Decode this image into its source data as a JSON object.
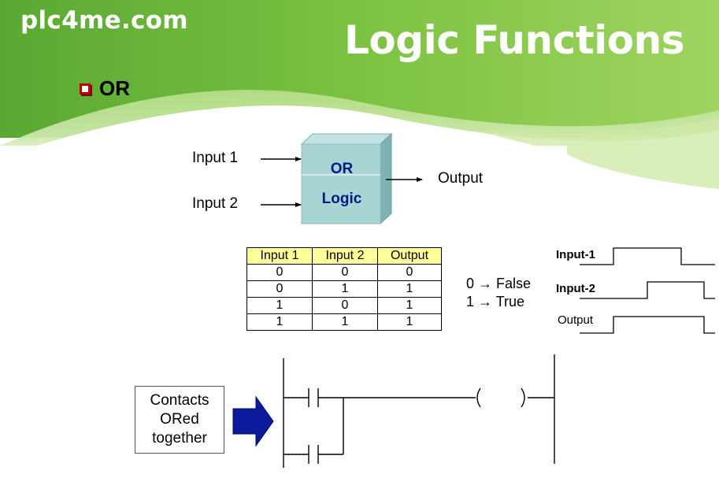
{
  "header": {
    "site_name": "plc4me.com",
    "title": "Logic Functions"
  },
  "bullet": {
    "icon": "checkbox-bullet",
    "text": "OR"
  },
  "block": {
    "input1_label": "Input 1",
    "input2_label": "Input 2",
    "face_line1": "OR",
    "face_line2": "Logic",
    "output_label": "Output"
  },
  "truth_table": {
    "headers": [
      "Input 1",
      "Input 2",
      "Output"
    ],
    "rows": [
      [
        "0",
        "0",
        "0"
      ],
      [
        "0",
        "1",
        "1"
      ],
      [
        "1",
        "0",
        "1"
      ],
      [
        "1",
        "1",
        "1"
      ]
    ]
  },
  "legend": {
    "false_line": "0 → False",
    "true_line": "1 → True"
  },
  "timing": {
    "input1_label": "Input-1",
    "input2_label": "Input-2",
    "output_label": "Output"
  },
  "ladder": {
    "callout_lines": [
      "Contacts",
      "ORed",
      "together"
    ]
  },
  "colors": {
    "header_green": "#7cc242",
    "checkbox_red": "#c00000",
    "block_face": "#a9d4d4",
    "block_top": "#c3e3e3",
    "block_side": "#7fb3b3",
    "table_header": "#ffff99",
    "arrow_blue": "#0a1a9a"
  }
}
